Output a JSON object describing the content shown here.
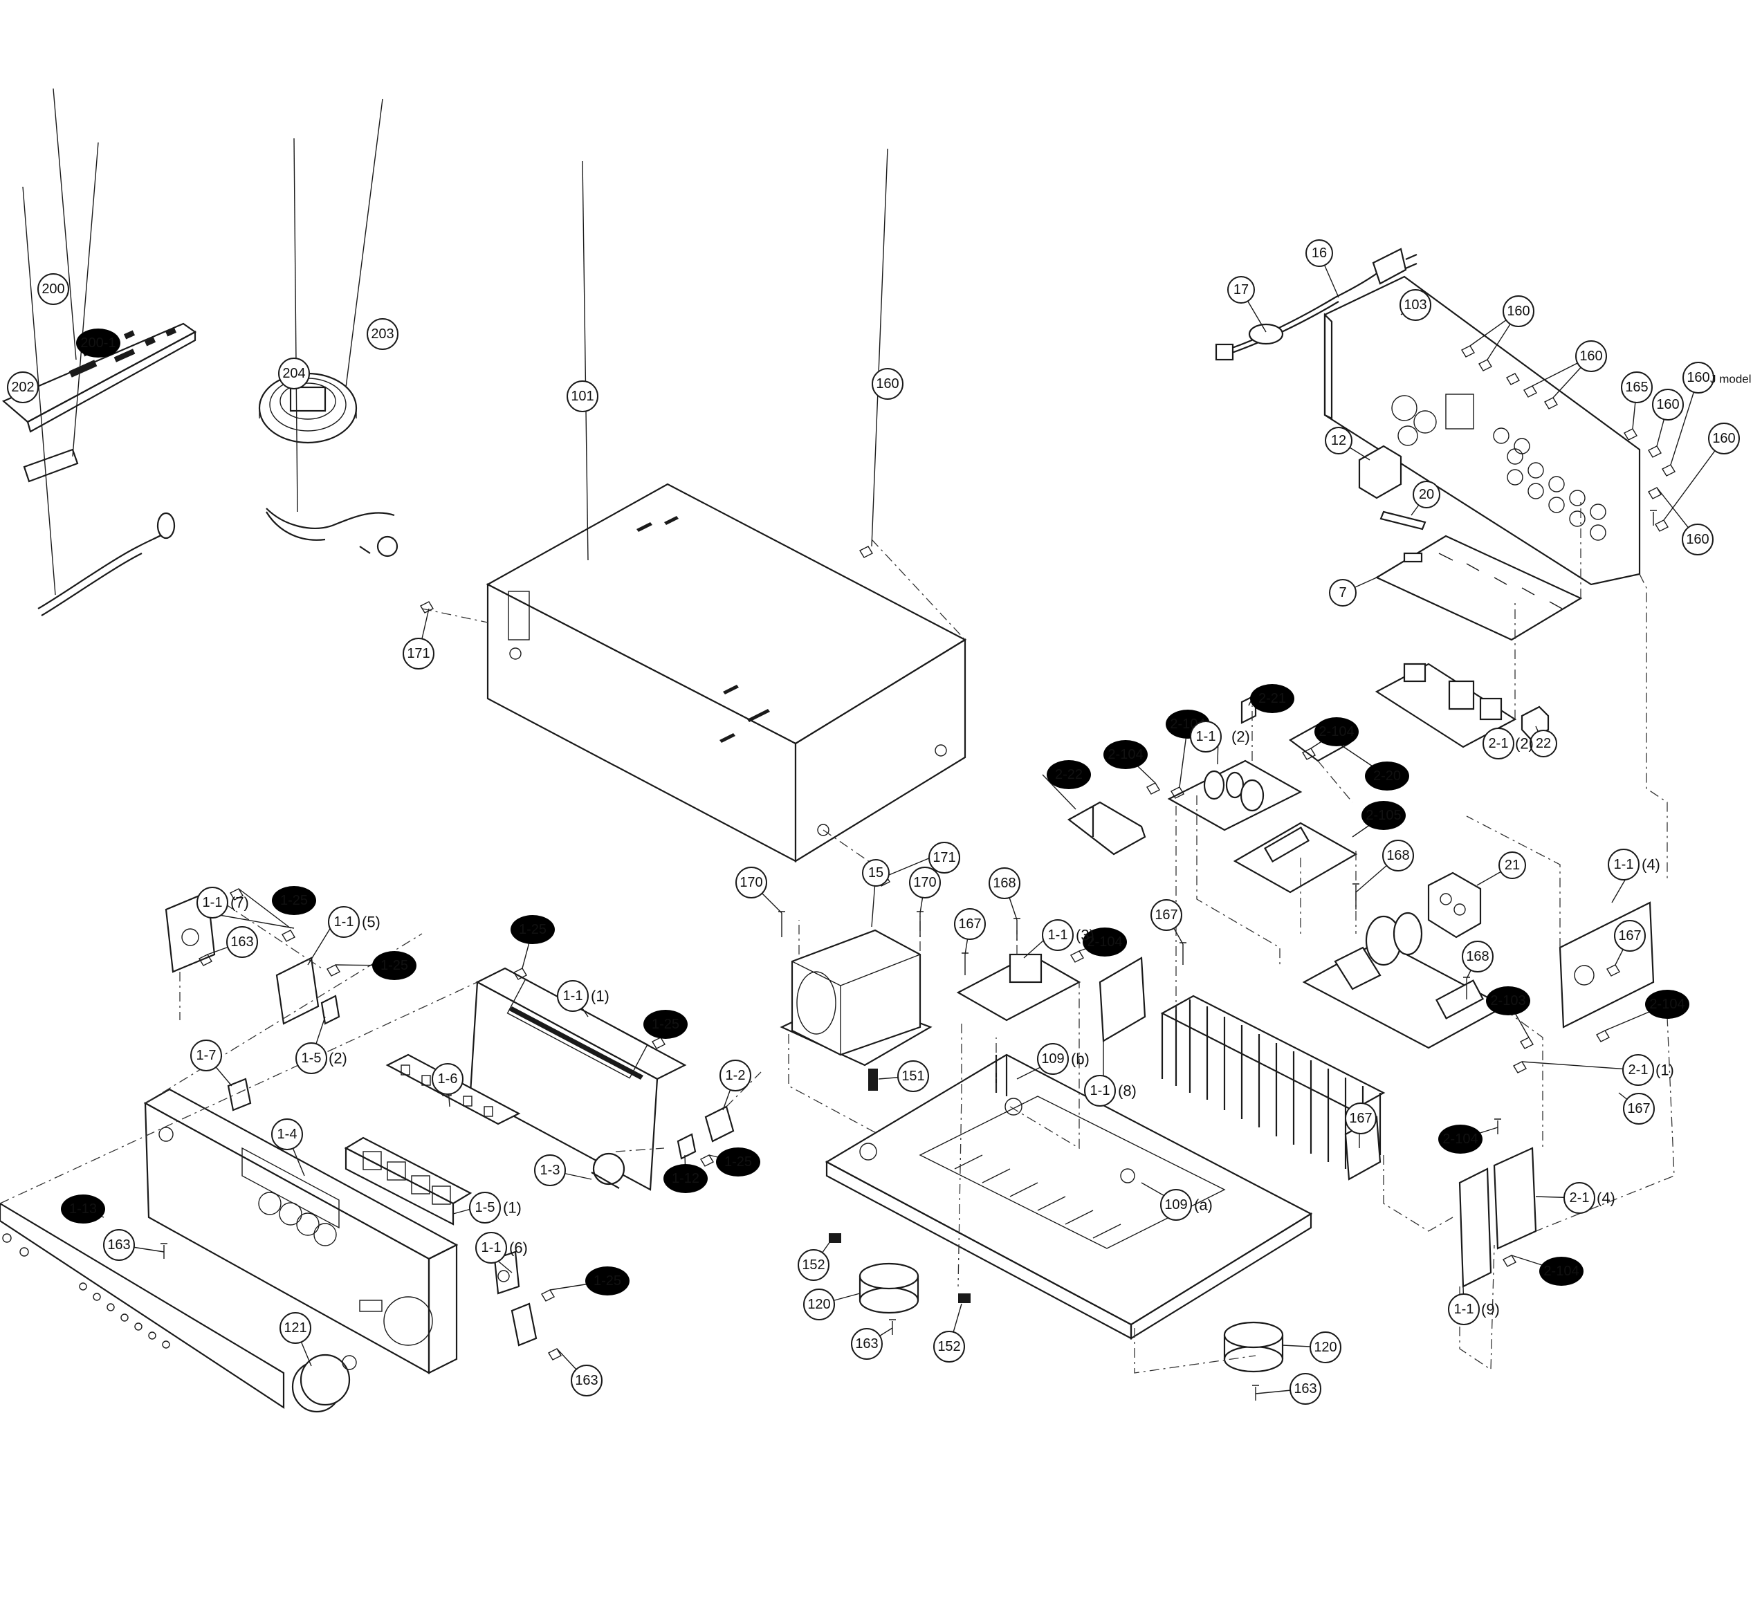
{
  "diagram": {
    "callouts": [
      {
        "id": "c200",
        "label": "200"
      },
      {
        "id": "c200-1",
        "label": "200-1"
      },
      {
        "id": "c202",
        "label": "202"
      },
      {
        "id": "c203",
        "label": "203"
      },
      {
        "id": "c204",
        "label": "204"
      },
      {
        "id": "c101",
        "label": "101"
      },
      {
        "id": "c160-top",
        "label": "160"
      },
      {
        "id": "c171-left",
        "label": "171"
      },
      {
        "id": "c171-bottom",
        "label": "171"
      },
      {
        "id": "c16",
        "label": "16"
      },
      {
        "id": "c17",
        "label": "17"
      },
      {
        "id": "c103",
        "label": "103"
      },
      {
        "id": "c160-a",
        "label": "160"
      },
      {
        "id": "c160-b",
        "label": "160"
      },
      {
        "id": "c165",
        "label": "165"
      },
      {
        "id": "c160-c",
        "label": "160"
      },
      {
        "id": "c160-j",
        "label": "160"
      },
      {
        "id": "c160-d",
        "label": "160"
      },
      {
        "id": "c160-e",
        "label": "160"
      },
      {
        "id": "c12",
        "label": "12"
      },
      {
        "id": "c20",
        "label": "20"
      },
      {
        "id": "c7",
        "label": "7"
      },
      {
        "id": "c22",
        "label": "22"
      },
      {
        "id": "c2-1-2",
        "label": "2-1"
      },
      {
        "id": "c2-21",
        "label": "2-21"
      },
      {
        "id": "c2-104-a",
        "label": "2-104"
      },
      {
        "id": "c2-104-b",
        "label": "2-104"
      },
      {
        "id": "c1-1-2",
        "label": "1-1"
      },
      {
        "id": "c2-104-c",
        "label": "2-104"
      },
      {
        "id": "c2-22",
        "label": "2-22"
      },
      {
        "id": "c2-20",
        "label": "2-20"
      },
      {
        "id": "c2-105",
        "label": "2-105"
      },
      {
        "id": "c1-1-7",
        "label": "1-1"
      },
      {
        "id": "c1-25-a",
        "label": "1-25"
      },
      {
        "id": "c163-a",
        "label": "163"
      },
      {
        "id": "c1-1-5",
        "label": "1-1"
      },
      {
        "id": "c1-25-b",
        "label": "1-25"
      },
      {
        "id": "c1-5-2",
        "label": "1-5"
      },
      {
        "id": "c1-25-c",
        "label": "1-25"
      },
      {
        "id": "c1-1-1",
        "label": "1-1"
      },
      {
        "id": "c1-25-d",
        "label": "1-25"
      },
      {
        "id": "c1-7",
        "label": "1-7"
      },
      {
        "id": "c1-6",
        "label": "1-6"
      },
      {
        "id": "c1-2",
        "label": "1-2"
      },
      {
        "id": "c1-4",
        "label": "1-4"
      },
      {
        "id": "c1-3",
        "label": "1-3"
      },
      {
        "id": "c1-5-1",
        "label": "1-5"
      },
      {
        "id": "c1-12",
        "label": "1-12"
      },
      {
        "id": "c1-25-e",
        "label": "1-25"
      },
      {
        "id": "c1-13",
        "label": "1-13"
      },
      {
        "id": "c163-b",
        "label": "163"
      },
      {
        "id": "c1-1-6",
        "label": "1-1"
      },
      {
        "id": "c1-25-f",
        "label": "1-25"
      },
      {
        "id": "c121",
        "label": "121"
      },
      {
        "id": "c163-c",
        "label": "163"
      },
      {
        "id": "c170-a",
        "label": "170"
      },
      {
        "id": "c15",
        "label": "15"
      },
      {
        "id": "c170-b",
        "label": "170"
      },
      {
        "id": "c168-a",
        "label": "168"
      },
      {
        "id": "c1-1-3",
        "label": "1-1"
      },
      {
        "id": "c167-a",
        "label": "167"
      },
      {
        "id": "c2-104-d",
        "label": "2-104"
      },
      {
        "id": "c167-b",
        "label": "167"
      },
      {
        "id": "c109b",
        "label": "109"
      },
      {
        "id": "c1-1-8",
        "label": "1-1"
      },
      {
        "id": "c151",
        "label": "151"
      },
      {
        "id": "c109a",
        "label": "109"
      },
      {
        "id": "c152-a",
        "label": "152"
      },
      {
        "id": "c120-a",
        "label": "120"
      },
      {
        "id": "c163-d",
        "label": "163"
      },
      {
        "id": "c152-b",
        "label": "152"
      },
      {
        "id": "c120-b",
        "label": "120"
      },
      {
        "id": "c163-e",
        "label": "163"
      },
      {
        "id": "c168-b",
        "label": "168"
      },
      {
        "id": "c21",
        "label": "21"
      },
      {
        "id": "c168-c",
        "label": "168"
      },
      {
        "id": "c1-1-4",
        "label": "1-1"
      },
      {
        "id": "c167-c",
        "label": "167"
      },
      {
        "id": "c2-103",
        "label": "2-103"
      },
      {
        "id": "c2-104-e",
        "label": "2-104"
      },
      {
        "id": "c2-1-1",
        "label": "2-1"
      },
      {
        "id": "c167-d",
        "label": "167"
      },
      {
        "id": "c167-e",
        "label": "167"
      },
      {
        "id": "c2-104-f",
        "label": "2-104"
      },
      {
        "id": "c2-1-4",
        "label": "2-1"
      },
      {
        "id": "c2-104-g",
        "label": "2-104"
      },
      {
        "id": "c1-1-9",
        "label": "1-1"
      }
    ],
    "suffixes": {
      "s1-1-7": "(7)",
      "s1-1-5": "(5)",
      "s1-5-2": "(2)",
      "s1-1-1": "(1)",
      "s1-5-1": "(1)",
      "s1-1-6": "(6)",
      "s1-1-3": "(3)",
      "s109b": "(b)",
      "s1-1-8": "(8)",
      "s109a": "(a)",
      "s1-1-2": "(2)",
      "s2-1-2": "(2)",
      "s1-1-4": "(4)",
      "s2-1-1": "(1)",
      "s2-1-4": "(4)",
      "s1-1-9": "(9)"
    },
    "note_j_model": "J model"
  }
}
